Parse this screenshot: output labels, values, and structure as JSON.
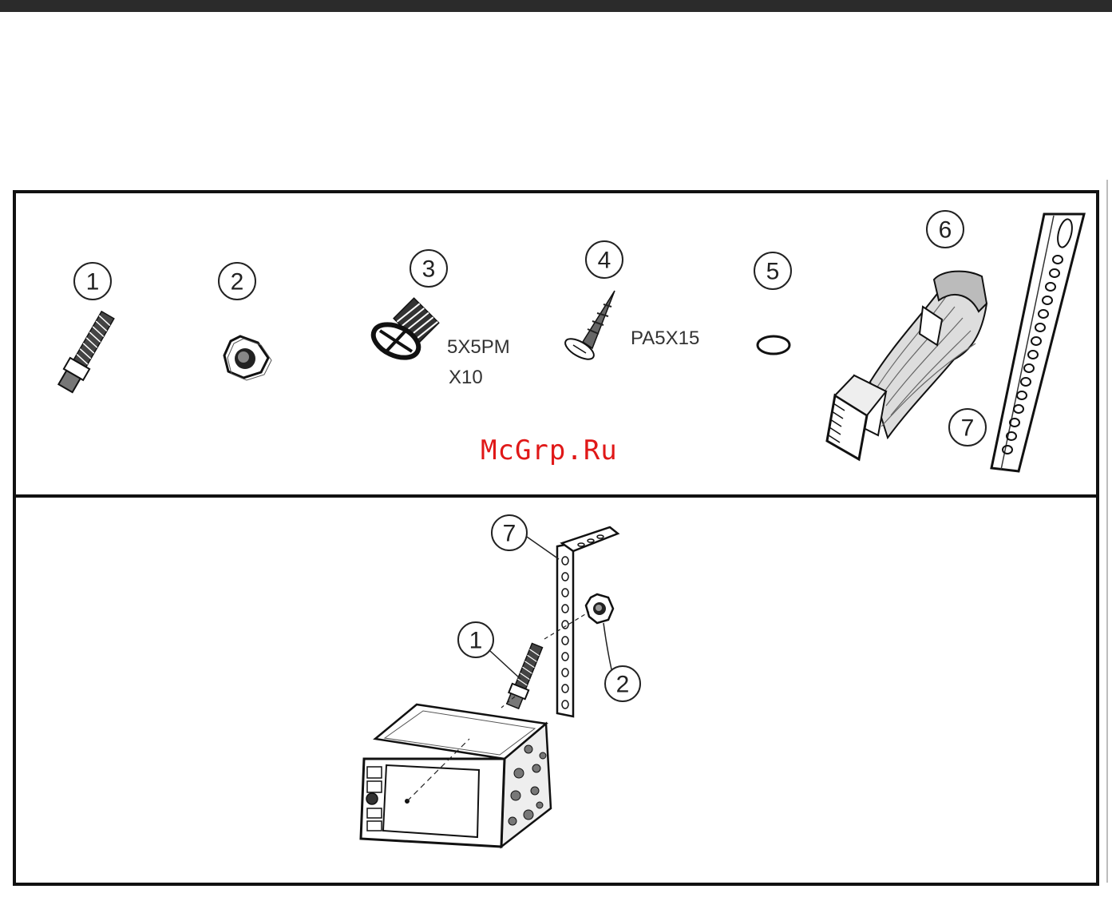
{
  "parts_panel": {
    "callouts": [
      "1",
      "2",
      "3",
      "4",
      "5",
      "6",
      "7"
    ],
    "screw_spec_3_line1": "5X5PM",
    "screw_spec_3_line2": "X10",
    "screw_spec_4": "PA5X15"
  },
  "assembly_panel": {
    "callouts": [
      "7",
      "1",
      "2"
    ]
  },
  "watermark": "McGrp.Ru"
}
